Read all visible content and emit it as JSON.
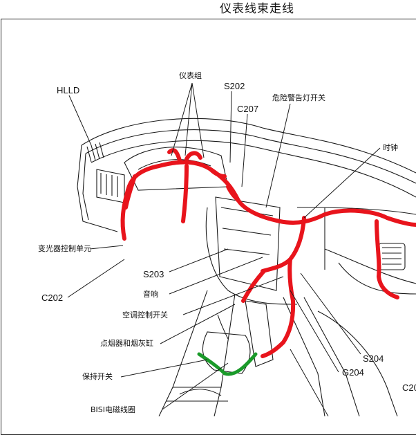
{
  "title": "仪表线束走线",
  "labels": {
    "hlld": "HLLD",
    "cluster": "仪表组",
    "s202": "S202",
    "c207": "C207",
    "hazard_switch": "危险警告灯开关",
    "clock": "时钟",
    "dimmer_unit": "变光器控制单元",
    "s203": "S203",
    "c202": "C202",
    "audio": "音响",
    "ac_switch": "空调控制开关",
    "lighter_ashtray": "点烟器和烟灰缸",
    "hold_switch": "保持开关",
    "bisi_coil": "BISI电磁线圈",
    "s204": "S204",
    "g204": "G204",
    "c20_partial": "C20"
  },
  "colors": {
    "harness_main": "#e8141c",
    "harness_bisi": "#1a9a2a",
    "line_art": "#1a1a1a"
  }
}
